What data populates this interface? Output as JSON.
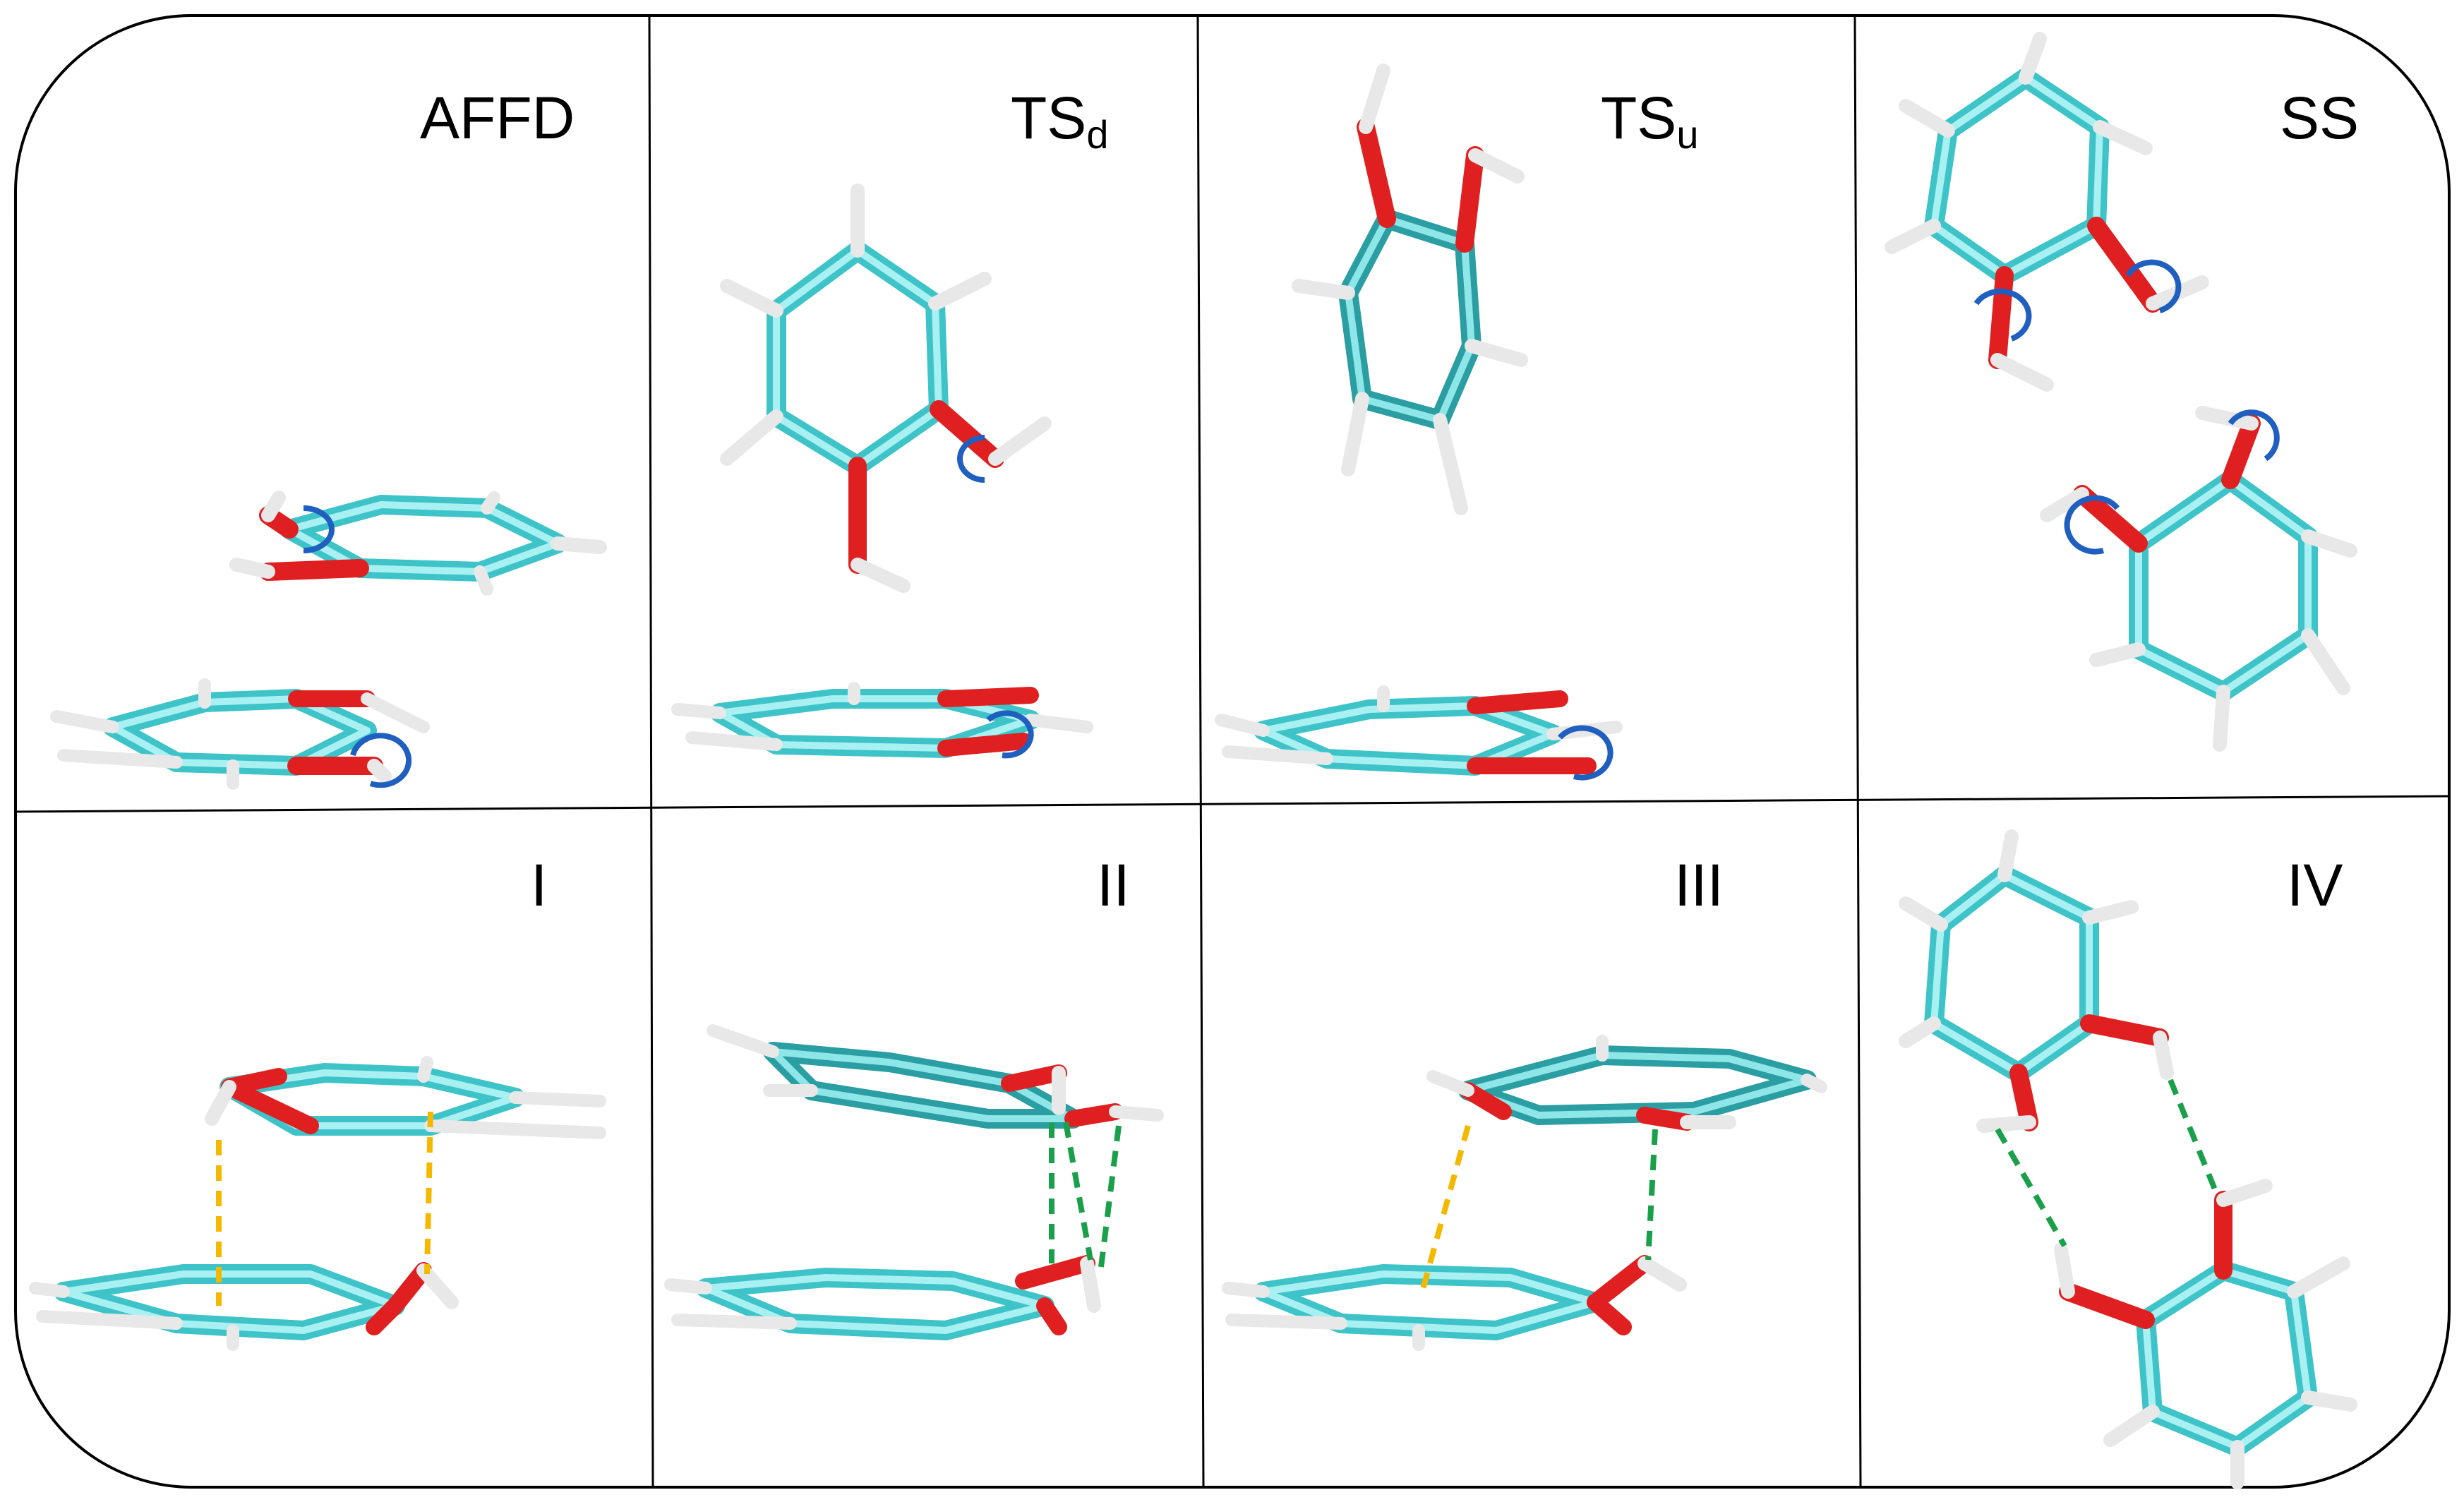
{
  "panels": [
    {
      "label": "AFFD",
      "sub": ""
    },
    {
      "label": "TS",
      "sub": "d"
    },
    {
      "label": "TS",
      "sub": "u"
    },
    {
      "label": "SS",
      "sub": ""
    },
    {
      "label": "I",
      "sub": ""
    },
    {
      "label": "II",
      "sub": ""
    },
    {
      "label": "III",
      "sub": ""
    },
    {
      "label": "IV",
      "sub": ""
    }
  ],
  "colors": {
    "carbon": "#3ec4c8",
    "carbon_light": "#8ee6e8",
    "oxygen": "#e02020",
    "hydrogen": "#e8e8e8",
    "rotation_arrow": "#1f5fc0",
    "hbond_ch_pi": "#f5b800",
    "hbond_oh_o": "#1aa04a",
    "border": "#000000"
  },
  "icons": [
    "rotation-arrow-icon",
    "hydrogen-bond-dashed-line"
  ]
}
